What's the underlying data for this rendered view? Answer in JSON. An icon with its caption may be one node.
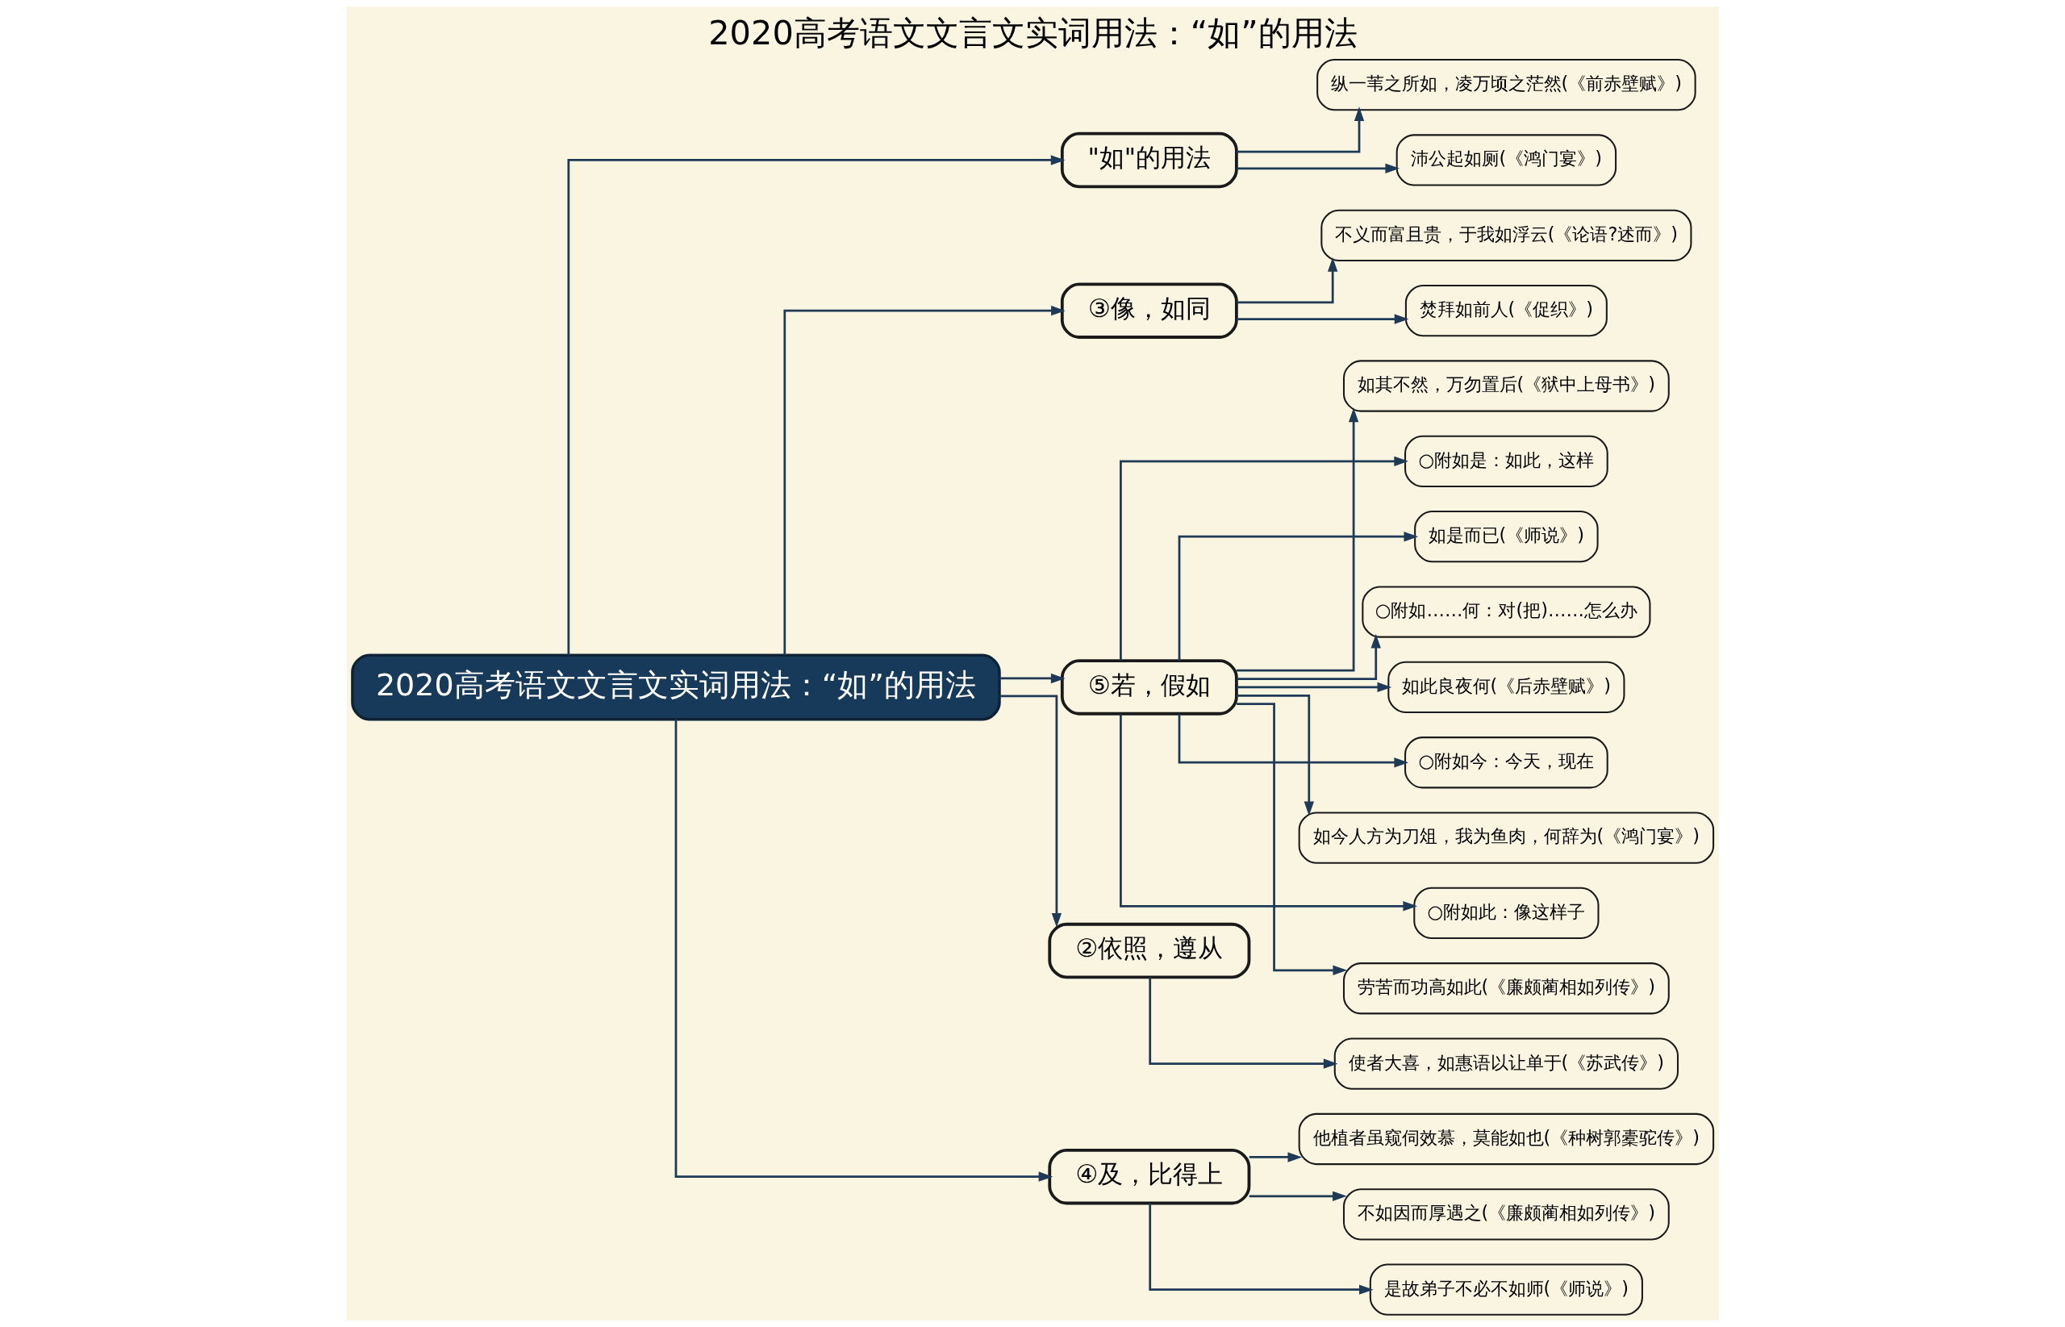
{
  "diagram": {
    "title": "2020高考语文文言文实词用法：“如”的用法",
    "nodes": [
      {
        "text": [
          "2020高考语文文言文实词用法：“如”的用法"
        ]
      },
      {
        "text": [
          "\"如\"的用法"
        ]
      },
      {
        "text": [
          "纵一苇之所如，凌万顷之茫然(《前赤壁赋》)"
        ]
      },
      {
        "text": [
          "沛公起如厕(《鸿门宴》)"
        ]
      },
      {
        "text": [
          "③像，如同"
        ]
      },
      {
        "text": [
          "不义而富且贵，于我如浮云(《论语?述而》)"
        ]
      },
      {
        "text": [
          "焚拜如前人(《促织》)"
        ]
      },
      {
        "text": [
          "⑤若，假如"
        ]
      },
      {
        "text": [
          "如其不然，万勿置后(《狱中上母书》)"
        ]
      },
      {
        "text": [
          "○附如是：如此，这样"
        ]
      },
      {
        "text": [
          "如是而已(《师说》)"
        ]
      },
      {
        "text": [
          "○附如……何：对(把)……怎么办"
        ]
      },
      {
        "text": [
          "如此良夜何(《后赤壁赋》)"
        ]
      },
      {
        "text": [
          "○附如今：今天，现在"
        ]
      },
      {
        "text": [
          "如今人方为刀俎，我为鱼肉，何辞为(《鸿门宴》)"
        ]
      },
      {
        "text": [
          "○附如此：像这样子"
        ]
      },
      {
        "text": [
          "劳苦而功高如此(《廉颇蔺相如列传》)"
        ]
      },
      {
        "text": [
          "②依照，遵从"
        ]
      },
      {
        "text": [
          "使者大喜，如惠语以让单于(《苏武传》)"
        ]
      },
      {
        "text": [
          "④及，比得上"
        ]
      },
      {
        "text": [
          "他植者虽窥伺效慕，莫能如也(《种树郭橐驼传》)"
        ]
      },
      {
        "text": [
          "不如因而厚遇之(《廉颇蔺相如列传》)"
        ]
      },
      {
        "text": [
          "是故弟子不必不如师(《师说》)"
        ]
      }
    ],
    "edges": [
      {
        "from": 0,
        "to": 1,
        "arrow": "to"
      },
      {
        "from": 1,
        "to": 2,
        "arrow": "to"
      },
      {
        "from": 1,
        "to": 3,
        "arrow": "to"
      },
      {
        "from": 0,
        "to": 4,
        "arrow": "to"
      },
      {
        "from": 4,
        "to": 5,
        "arrow": "to"
      },
      {
        "from": 4,
        "to": 6,
        "arrow": "to"
      },
      {
        "from": 0,
        "to": 7,
        "arrow": "to"
      },
      {
        "from": 7,
        "to": 8,
        "arrow": "to"
      },
      {
        "from": 7,
        "to": 9,
        "arrow": "to"
      },
      {
        "from": 7,
        "to": 10,
        "arrow": "to"
      },
      {
        "from": 7,
        "to": 11,
        "arrow": "to"
      },
      {
        "from": 7,
        "to": 12,
        "arrow": "to"
      },
      {
        "from": 7,
        "to": 13,
        "arrow": "to"
      },
      {
        "from": 7,
        "to": 14,
        "arrow": "to"
      },
      {
        "from": 7,
        "to": 15,
        "arrow": "to"
      },
      {
        "from": 7,
        "to": 16,
        "arrow": "to"
      },
      {
        "from": 0,
        "to": 17,
        "arrow": "to"
      },
      {
        "from": 17,
        "to": 18,
        "arrow": "to"
      },
      {
        "from": 0,
        "to": 19,
        "arrow": "to"
      },
      {
        "from": 19,
        "to": 20,
        "arrow": "to"
      },
      {
        "from": 19,
        "to": 21,
        "arrow": "to"
      },
      {
        "from": 19,
        "to": 22,
        "arrow": "to"
      }
    ]
  }
}
